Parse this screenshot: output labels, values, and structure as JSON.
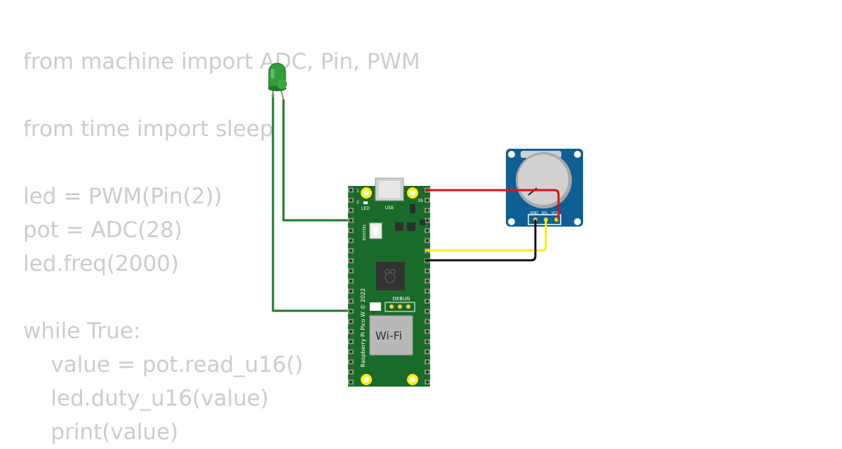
{
  "code": {
    "lines": [
      "from machine import ADC, Pin, PWM",
      "",
      "from time import sleep",
      "",
      "led = PWM(Pin(2))",
      "pot = ADC(28)",
      "led.freq(2000)",
      "",
      "while True:",
      "    value = pot.read_u16()",
      "    led.duty_u16(value)",
      "    print(value)"
    ]
  },
  "pico": {
    "board_label": "Raspberry Pi Pico W © 2022",
    "led_label": "LED",
    "usb_label": "USB",
    "bootsel_label": "BOOTSEL",
    "debug_label": "DEBUG",
    "wifi_label": "Wi-Fi",
    "pin1_label": "1",
    "pin2_label": "2",
    "pin39_label": "39"
  },
  "pot": {
    "gnd_label": "GND",
    "sig_label": "SIG",
    "vcc_label": "VCC"
  },
  "colors": {
    "board": "#1a6b2a",
    "module": "#0f5f94",
    "led": "#2f9d3a",
    "wire_led": "#1a7a2a",
    "wire_vcc": "#dd1111",
    "wire_sig": "#ffee00",
    "wire_gnd": "#111111"
  }
}
